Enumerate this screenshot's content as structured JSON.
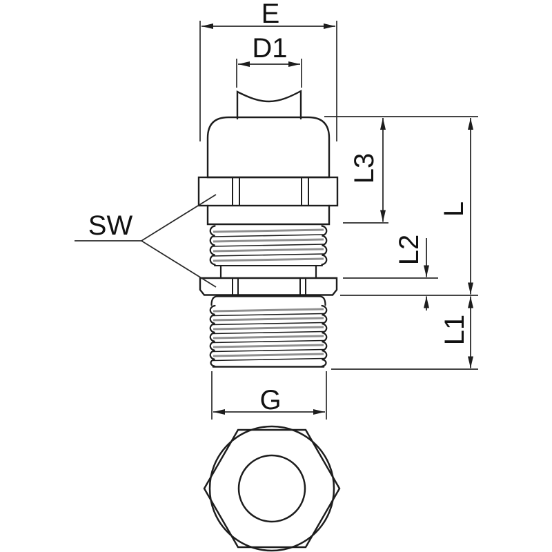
{
  "drawing": {
    "labels": {
      "e": "E",
      "d1": "D1",
      "sw": "SW",
      "g": "G",
      "l": "L",
      "l1": "L1",
      "l2": "L2",
      "l3": "L3"
    },
    "colors": {
      "line": "#1d1d1d",
      "dim_line": "#2a2a2a",
      "thread_accent": "#8f8f8f",
      "text": "#111111",
      "background": "#ffffff"
    }
  }
}
